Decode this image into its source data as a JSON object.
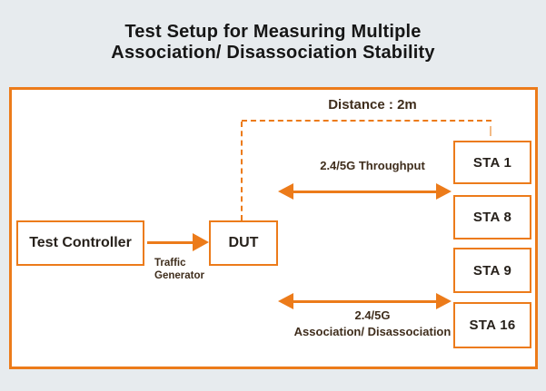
{
  "title": {
    "line1": "Test Setup for Measuring Multiple",
    "line2": "Association/ Disassociation Stability"
  },
  "diagram": {
    "distance_label": "Distance : 2m",
    "test_controller_label": "Test Controller",
    "dut_label": "DUT",
    "traffic_generator_label": "Traffic Generator",
    "throughput_label": "2.4/5G Throughput",
    "association_label_line1": "2.4/5G",
    "association_label_line2": "Association/ Disassociation",
    "stations": [
      {
        "label": "STA 1"
      },
      {
        "label": "STA 8"
      },
      {
        "label": "STA 9"
      },
      {
        "label": "STA 16"
      }
    ]
  },
  "colors": {
    "accent_orange": "#ec7b1a",
    "faint_orange_tick": "#f3bb86",
    "page_background": "#e7ebee",
    "panel_background": "#ffffff",
    "title_text": "#161616",
    "box_label_text": "#27211b",
    "small_label_text": "#3f2d1c"
  }
}
